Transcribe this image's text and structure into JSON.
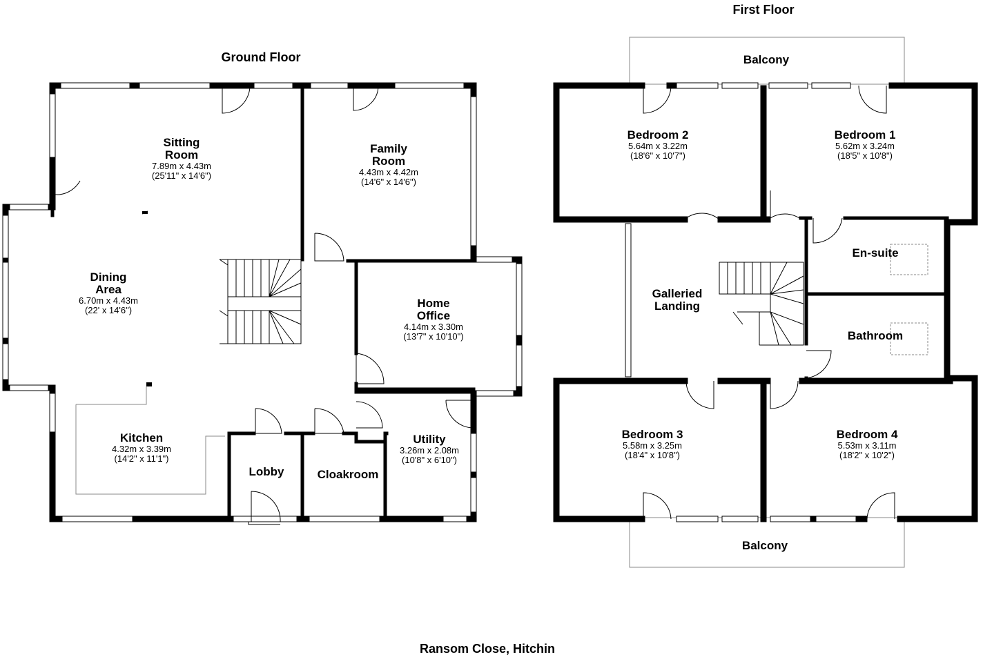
{
  "caption": "Ransom Close, Hitchin",
  "ground_floor": {
    "title": "Ground Floor",
    "rooms": [
      {
        "id": "sitting-room",
        "name": "Sitting\nRoom",
        "metric": "7.89m x 4.43m",
        "imperial": "(25'11\" x 14'6\")"
      },
      {
        "id": "family-room",
        "name": "Family\nRoom",
        "metric": "4.43m x 4.42m",
        "imperial": "(14'6\" x 14'6\")"
      },
      {
        "id": "dining-area",
        "name": "Dining\nArea",
        "metric": "6.70m x 4.43m",
        "imperial": "(22' x 14'6\")"
      },
      {
        "id": "home-office",
        "name": "Home\nOffice",
        "metric": "4.14m x 3.30m",
        "imperial": "(13'7\" x 10'10\")"
      },
      {
        "id": "kitchen",
        "name": "Kitchen",
        "metric": "4.32m x 3.39m",
        "imperial": "(14'2\" x 11'1\")"
      },
      {
        "id": "utility",
        "name": "Utility",
        "metric": "3.26m x 2.08m",
        "imperial": "(10'8\" x 6'10\")"
      },
      {
        "id": "lobby",
        "name": "Lobby",
        "metric": "",
        "imperial": ""
      },
      {
        "id": "cloakroom",
        "name": "Cloakroom",
        "metric": "",
        "imperial": ""
      }
    ]
  },
  "first_floor": {
    "title": "First Floor",
    "rooms": [
      {
        "id": "balcony-top",
        "name": "Balcony",
        "metric": "",
        "imperial": ""
      },
      {
        "id": "bedroom-2",
        "name": "Bedroom 2",
        "metric": "5.64m x 3.22m",
        "imperial": "(18'6\" x 10'7\")"
      },
      {
        "id": "bedroom-1",
        "name": "Bedroom 1",
        "metric": "5.62m x 3.24m",
        "imperial": "(18'5\" x 10'8\")"
      },
      {
        "id": "en-suite",
        "name": "En-suite",
        "metric": "",
        "imperial": ""
      },
      {
        "id": "galleried-landing",
        "name": "Galleried\nLanding",
        "metric": "",
        "imperial": ""
      },
      {
        "id": "bathroom",
        "name": "Bathroom",
        "metric": "",
        "imperial": ""
      },
      {
        "id": "bedroom-3",
        "name": "Bedroom 3",
        "metric": "5.58m x 3.25m",
        "imperial": "(18'4\" x 10'8\")"
      },
      {
        "id": "bedroom-4",
        "name": "Bedroom 4",
        "metric": "5.53m x 3.11m",
        "imperial": "(18'2\" x 10'2\")"
      },
      {
        "id": "balcony-bottom",
        "name": "Balcony",
        "metric": "",
        "imperial": ""
      }
    ]
  }
}
